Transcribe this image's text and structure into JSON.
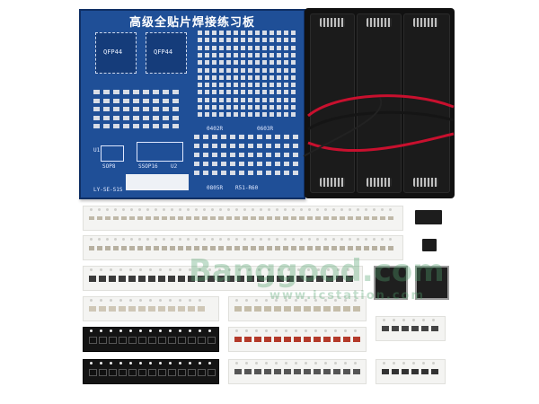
{
  "pcb": {
    "title": "高级全贴片焊接练习板",
    "qfp_left": "QFP44",
    "qfp_right": "QFP44",
    "labels": {
      "sop8": "SOP8",
      "ssop16": "SSOP16",
      "u2": "U2",
      "u1": "U1",
      "r51_r60": "R51-R60",
      "r0805": "0805R",
      "r0603": "0603R",
      "r0402": "0402R",
      "code": "LY-SE-S1S"
    }
  },
  "watermark": {
    "main": "Banggood.com",
    "sub": "www.icstation.com"
  },
  "colors": {
    "pcb_blue": "#1f4f97",
    "battery_black": "#111111",
    "wire_red": "#c8102e",
    "strip_white": "#f4f4f2"
  }
}
